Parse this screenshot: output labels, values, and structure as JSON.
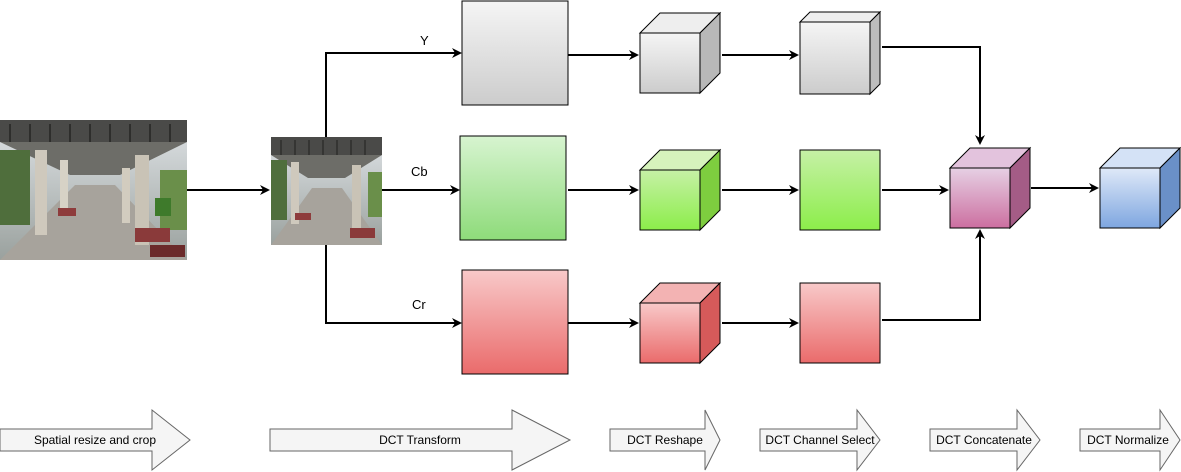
{
  "branches": {
    "y": "Y",
    "cb": "Cb",
    "cr": "Cr"
  },
  "stages": [
    "Spatial resize and crop",
    "DCT Transform",
    "DCT Reshape",
    "DCT Channel Select",
    "DCT Concatenate",
    "DCT Normalize"
  ],
  "colors": {
    "y_top": "#f5f5f5",
    "y_bottom": "#cccccc",
    "cb_top": "#d7f4d0",
    "cb_bottom": "#8edb7a",
    "cr_top": "#f8c9c9",
    "cr_bottom": "#ea6b6b",
    "concat_top": "#e6d0e4",
    "concat_bottom": "#cc6fa0",
    "norm_top": "#dfe9f8",
    "norm_bottom": "#7ea6e0",
    "stage_fill": "#f5f5f5",
    "stroke": "#000000"
  }
}
